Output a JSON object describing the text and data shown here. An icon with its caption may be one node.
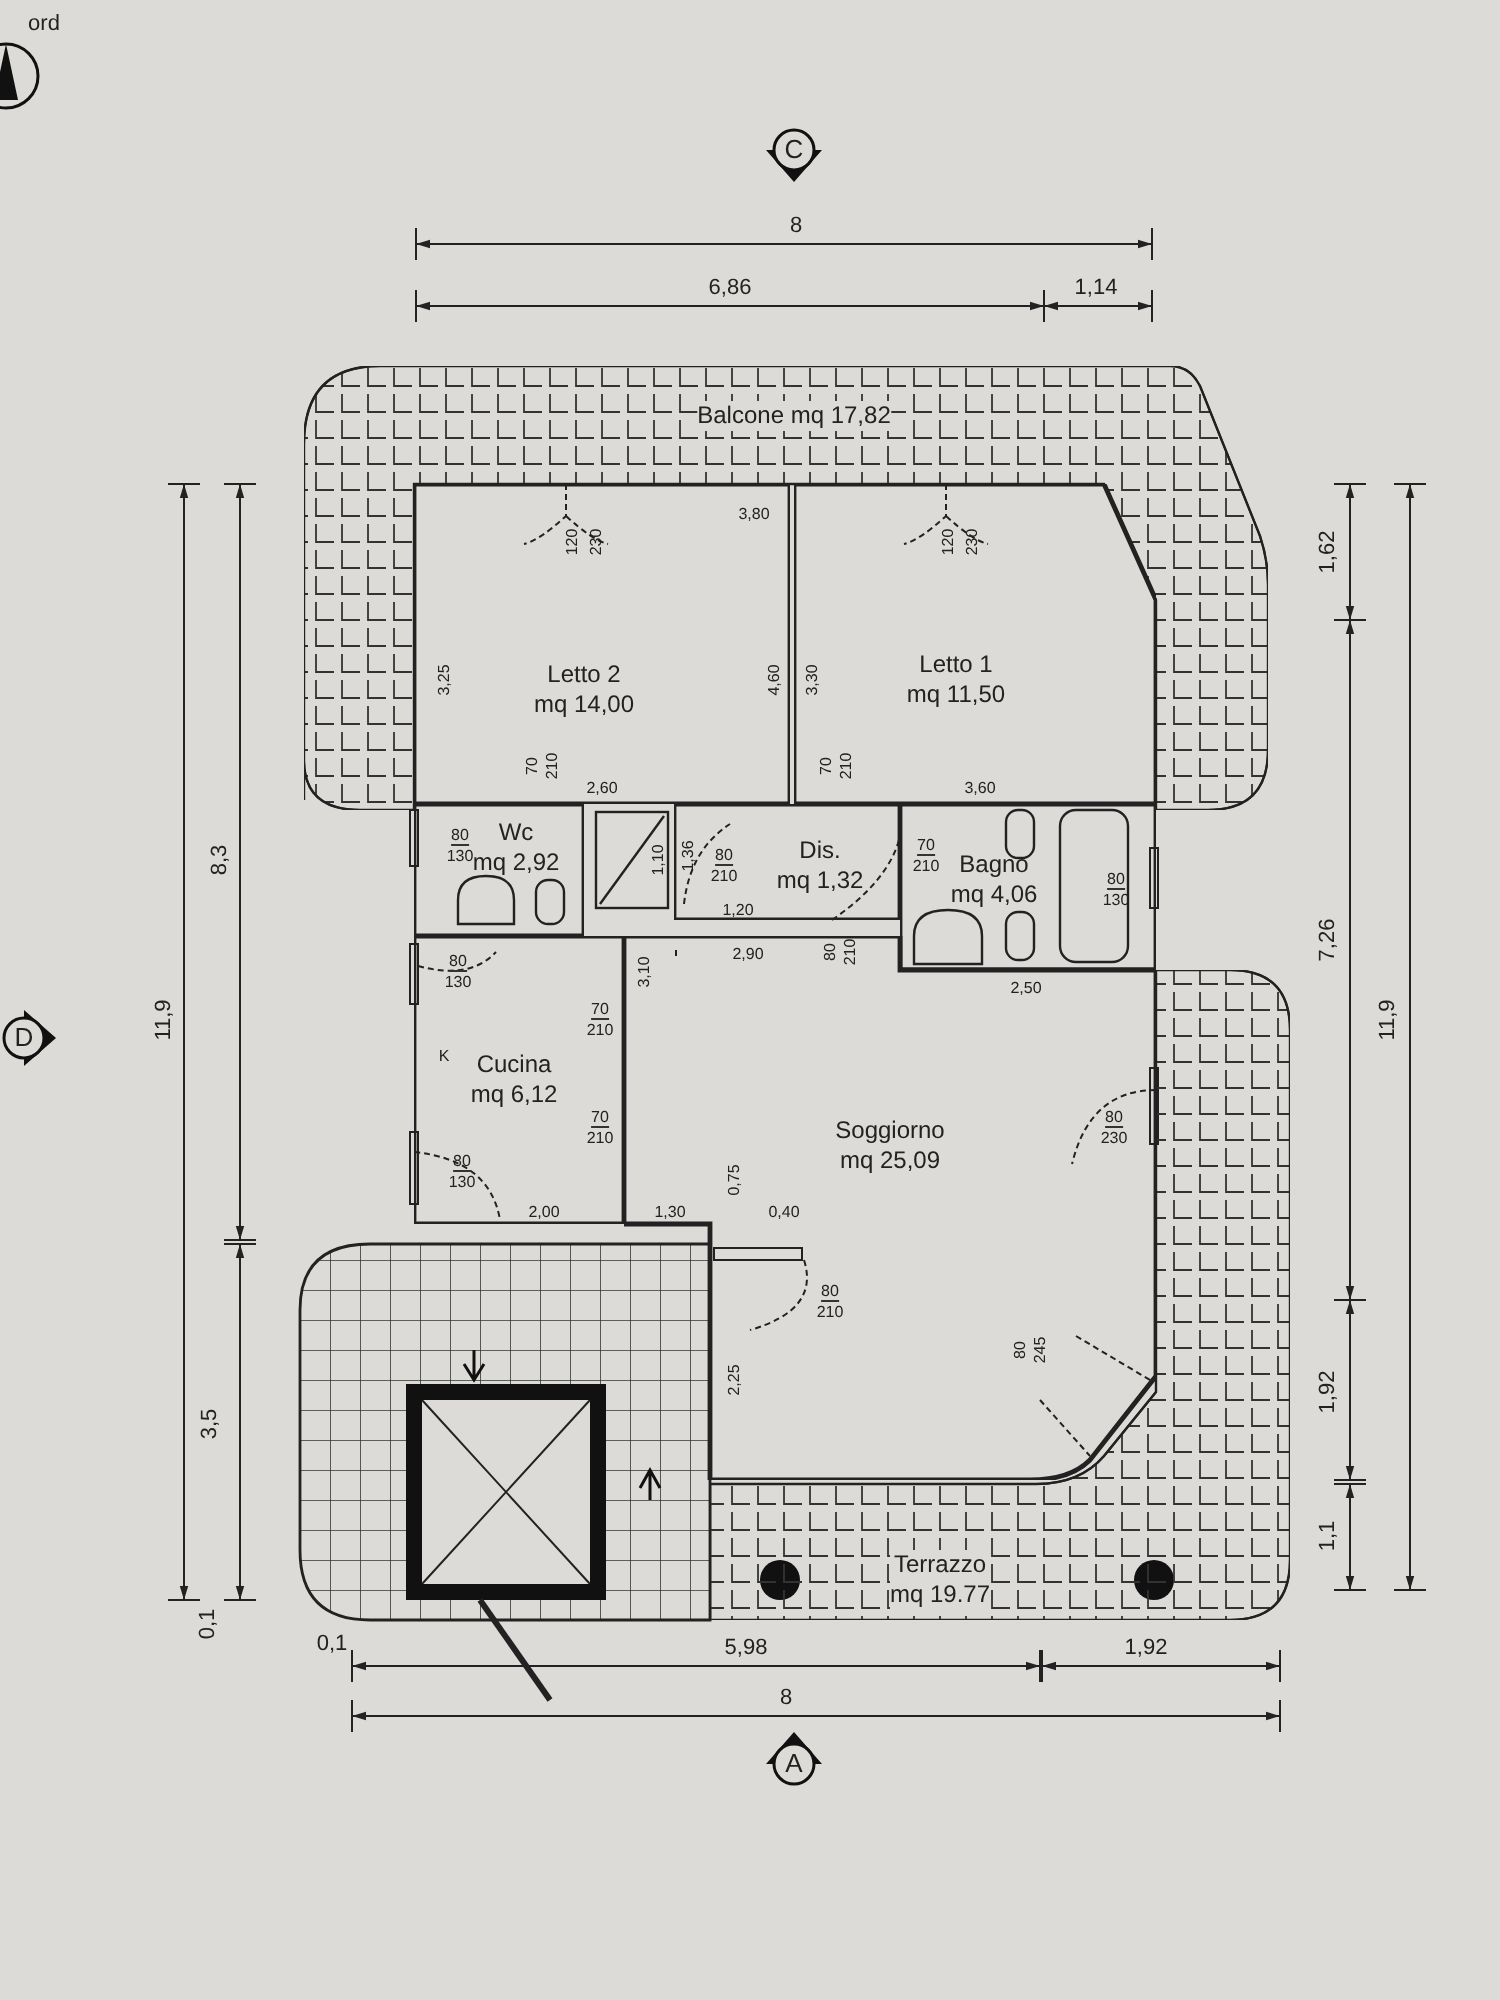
{
  "diagram": {
    "nodes": [
      {
        "text": [
          "Balcone mq 17,82"
        ]
      },
      {
        "text": [
          "Letto 2",
          "mq 14,00"
        ]
      },
      {
        "text": [
          "Letto 1",
          "mq 11,50"
        ]
      },
      {
        "text": [
          "Wc",
          "mq 2,92"
        ]
      },
      {
        "text": [
          "Dis.",
          "mq 1,32"
        ]
      },
      {
        "text": [
          "Bagno",
          "mq 4,06"
        ]
      },
      {
        "text": [
          "Cucina",
          "mq 6,12"
        ]
      },
      {
        "text": [
          "Soggiorno",
          "mq 25,09"
        ]
      },
      {
        "text": [
          "Terrazzo",
          "mq 19.77"
        ]
      }
    ],
    "edges": [],
    "labels": [
      "ord",
      "C",
      "8",
      "6,86",
      "1,14",
      "3,80",
      "120",
      "230",
      "120",
      "230",
      "1,62",
      "3,25",
      "4,60",
      "3,30",
      "70",
      "210",
      "70",
      "210",
      "2,60",
      "3,60",
      "8,3",
      "80",
      "130",
      "1,10",
      "1,36",
      "80",
      "210",
      "70",
      "210",
      "80",
      "130",
      "1,20",
      "7,26",
      "2,90",
      "80",
      "210",
      "80",
      "130",
      "3,10",
      "2,50",
      "11,9",
      "11,9",
      "70",
      "210",
      "D",
      "K",
      "70",
      "210",
      "80",
      "230",
      "80",
      "130",
      "0,75",
      "2,00",
      "1,30",
      "0,40",
      "80",
      "210",
      "80",
      "245",
      "2,25",
      "3,5",
      "1,92",
      "1,1",
      "0,1",
      "0,1",
      "5,98",
      "1,92",
      "8",
      "A"
    ]
  }
}
